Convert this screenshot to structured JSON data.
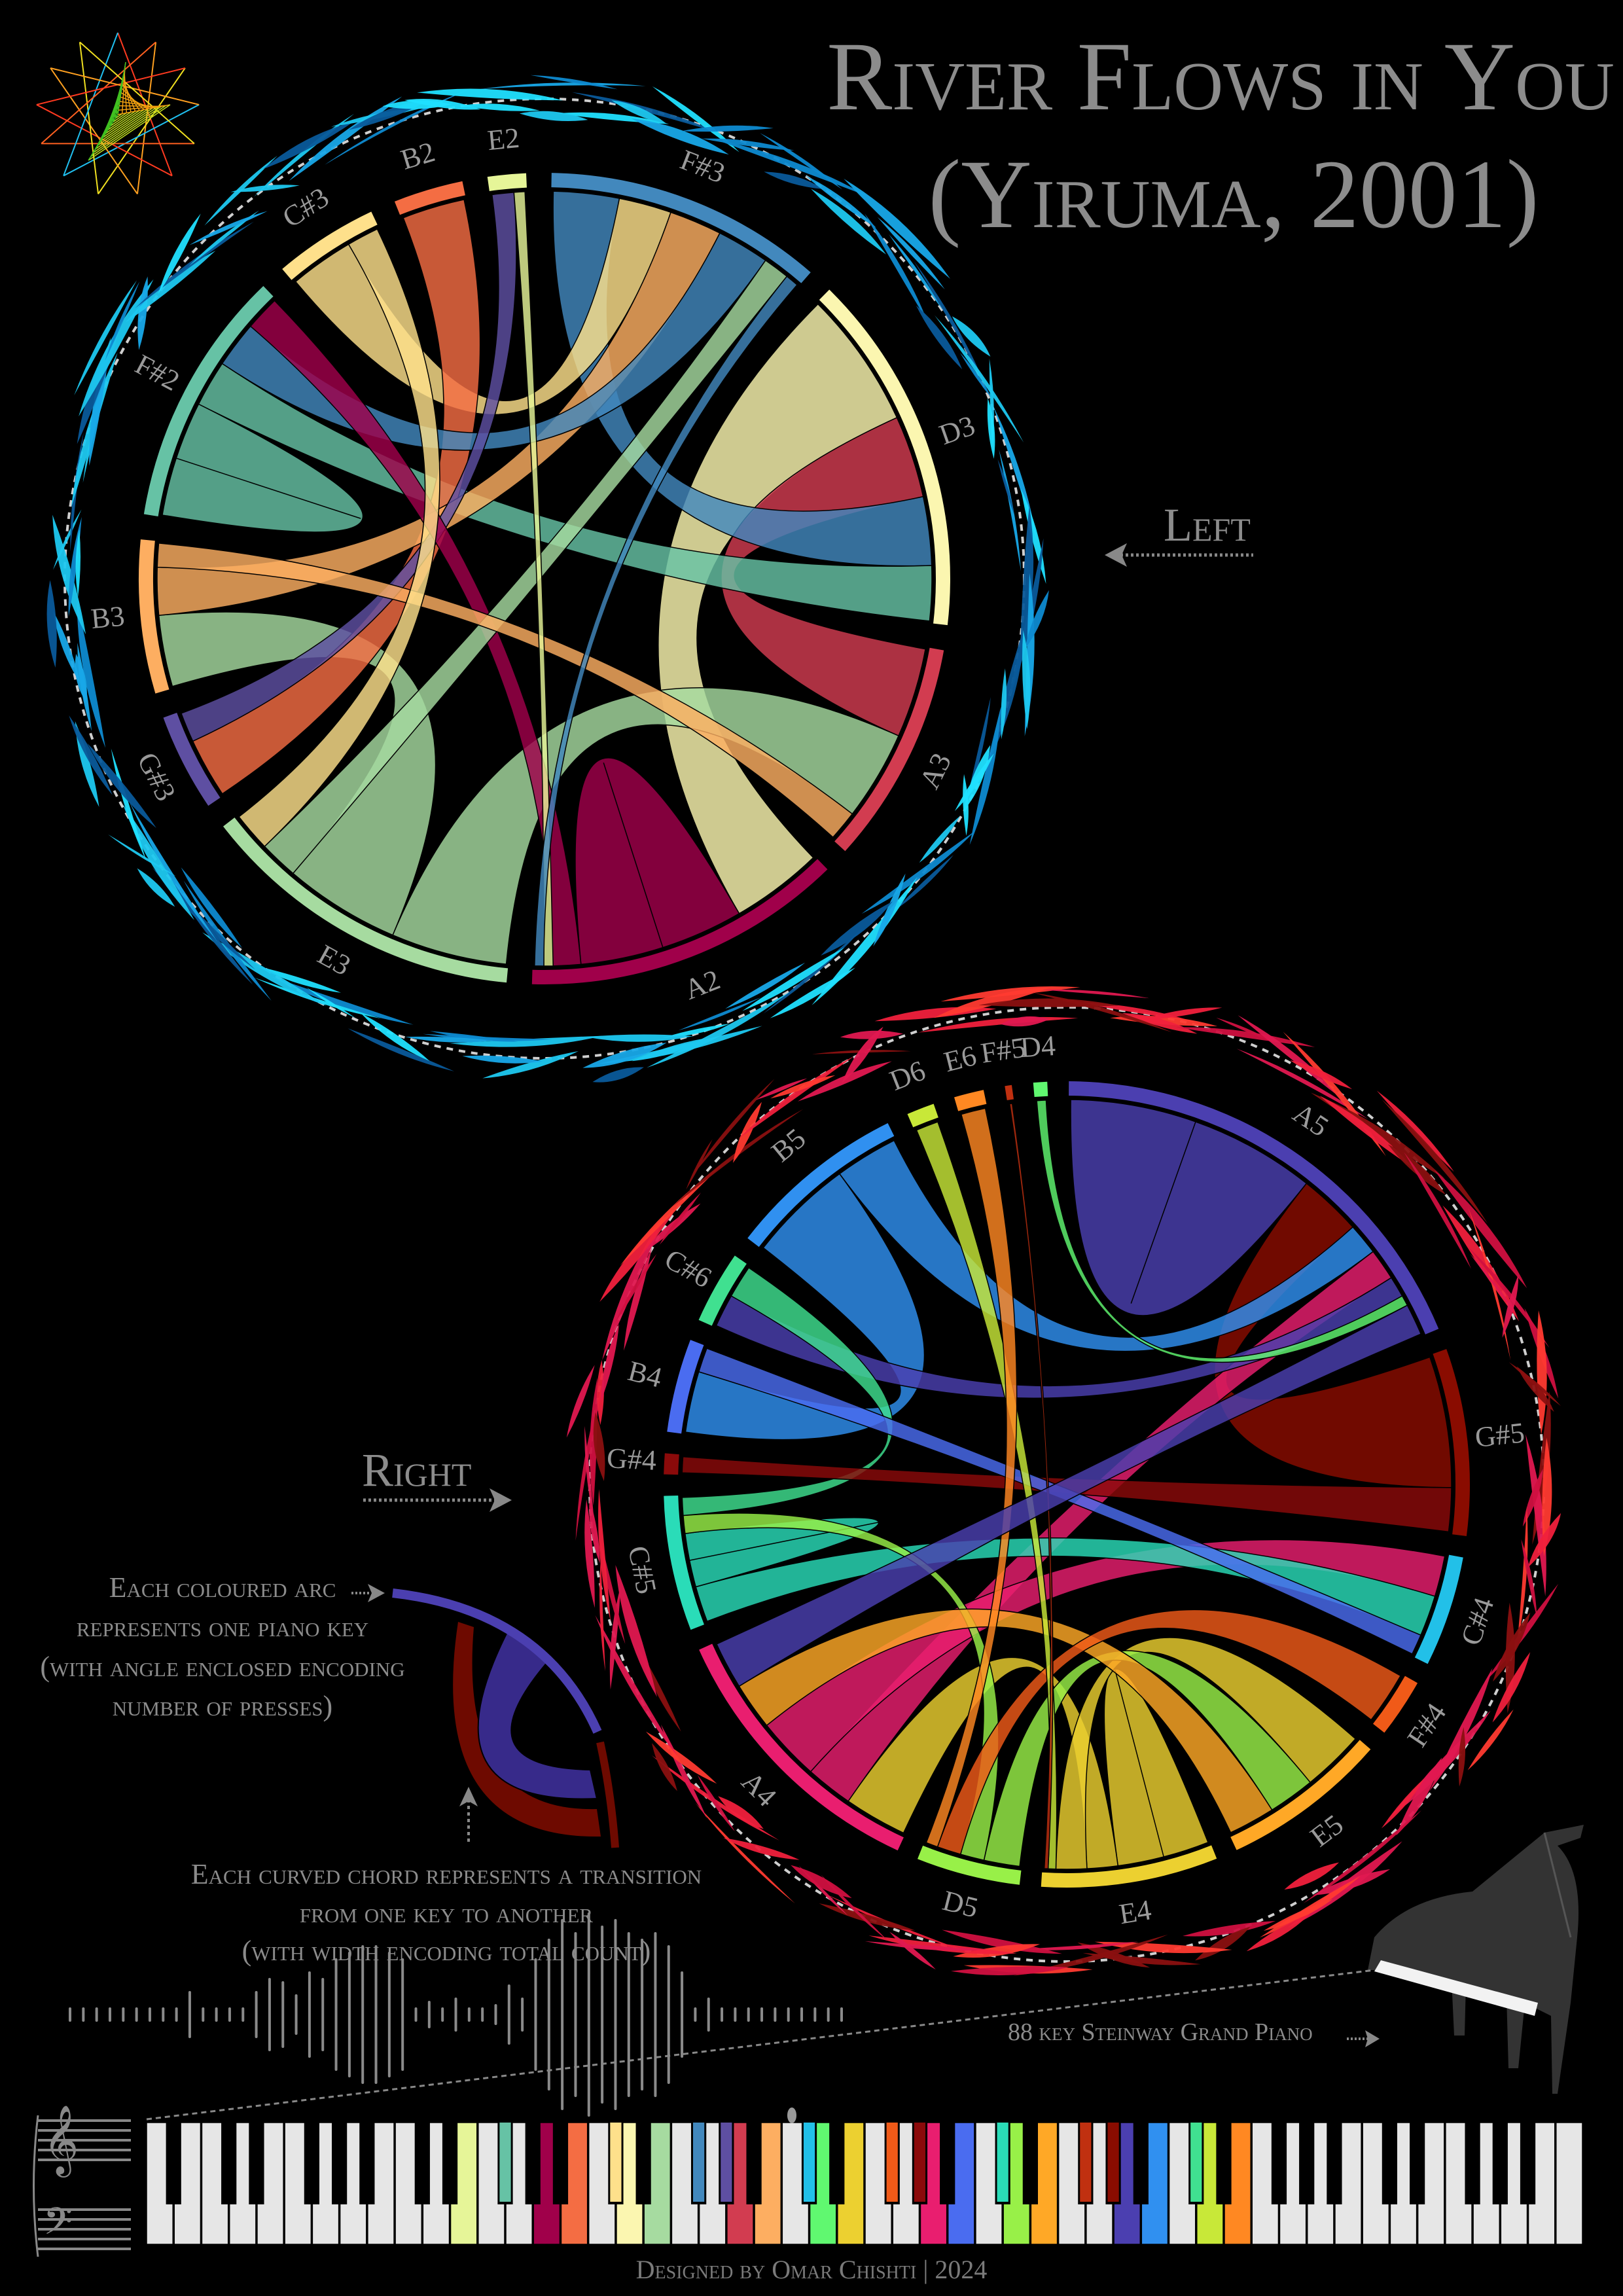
{
  "title": {
    "line1": "River Flows in You",
    "line2": "(Yiruma, 2001)"
  },
  "hand_labels": {
    "left": "Left",
    "right": "Right"
  },
  "legend": {
    "arc_lines": [
      "Each coloured arc",
      "represents one piano key",
      "(with angle enclosed encoding",
      "number of presses)"
    ],
    "chord_lines": [
      "Each curved chord represents a transition",
      "from one key to another",
      "(with width encoding total count)"
    ],
    "piano_label": "88 key Steinway Grand Piano"
  },
  "footer": "Designed by Omar Chishti | 2024",
  "colors": {
    "background": "#000000",
    "text": "#8a8a8a",
    "left_ring": "#1ec8f0",
    "right_ring": "#f0203c"
  },
  "left_diagram": {
    "keys": [
      {
        "name": "F#3",
        "color": "#4288bd",
        "weight": 40
      },
      {
        "name": "D3",
        "color": "#fbf6b0",
        "weight": 52
      },
      {
        "name": "A3",
        "color": "#d23c50",
        "weight": 32
      },
      {
        "name": "A2",
        "color": "#a0004a",
        "weight": 46
      },
      {
        "name": "E3",
        "color": "#a6dba0",
        "weight": 47
      },
      {
        "name": "G#3",
        "color": "#5e4fa2",
        "weight": 14
      },
      {
        "name": "B3",
        "color": "#fdae61",
        "weight": 22
      },
      {
        "name": "F#2",
        "color": "#66c2a5",
        "weight": 37
      },
      {
        "name": "C#3",
        "color": "#fee08b",
        "weight": 15
      },
      {
        "name": "B2",
        "color": "#f46d43",
        "weight": 10
      },
      {
        "name": "E2",
        "color": "#e6f598",
        "weight": 5.5
      }
    ],
    "chords": [
      [
        "D3",
        "A2",
        10
      ],
      [
        "A3",
        "D3",
        6
      ],
      [
        "F#3",
        "D3",
        5
      ],
      [
        "A2",
        "A2",
        9
      ],
      [
        "E3",
        "A3",
        6
      ],
      [
        "E3",
        "B3",
        6
      ],
      [
        "F#2",
        "F#2",
        5
      ],
      [
        "F#2",
        "D3",
        4
      ],
      [
        "C#3",
        "F#3",
        4
      ],
      [
        "B2",
        "G#3",
        4
      ],
      [
        "B3",
        "F#3",
        4
      ],
      [
        "F#3",
        "F#2",
        4
      ],
      [
        "G#3",
        "E2",
        2
      ],
      [
        "A2",
        "F#2",
        3
      ],
      [
        "E3",
        "F#3",
        2
      ],
      [
        "B3",
        "A3",
        2
      ],
      [
        "E2",
        "A2",
        1
      ],
      [
        "C#3",
        "E3",
        2
      ],
      [
        "F#3",
        "A2",
        1
      ]
    ]
  },
  "right_diagram": {
    "keys": [
      {
        "name": "A5",
        "color": "#4b3fb0",
        "weight": 67
      },
      {
        "name": "G#5",
        "color": "#8a0c00",
        "weight": 27
      },
      {
        "name": "C#4",
        "color": "#22c0e8",
        "weight": 16
      },
      {
        "name": "F#4",
        "color": "#f05a18",
        "weight": 8.5
      },
      {
        "name": "E5",
        "color": "#ffa826",
        "weight": 24
      },
      {
        "name": "E4",
        "color": "#ecd030",
        "weight": 25.5
      },
      {
        "name": "D5",
        "color": "#98f048",
        "weight": 15
      },
      {
        "name": "A4",
        "color": "#e91e6f",
        "weight": 41
      },
      {
        "name": "C#5",
        "color": "#2adcb8",
        "weight": 19.5
      },
      {
        "name": "G#4",
        "color": "#8b0a0a",
        "weight": 3
      },
      {
        "name": "B4",
        "color": "#4a6cf0",
        "weight": 13.5
      },
      {
        "name": "C#6",
        "color": "#40e090",
        "weight": 10.5
      },
      {
        "name": "B5",
        "color": "#3090f0",
        "weight": 26
      },
      {
        "name": "D6",
        "color": "#c8e838",
        "weight": 4
      },
      {
        "name": "E6",
        "color": "#ff8822",
        "weight": 4.3
      },
      {
        "name": "F#5",
        "color": "#c03010",
        "weight": 1
      },
      {
        "name": "D4",
        "color": "#60f870",
        "weight": 2
      }
    ],
    "chords": [
      [
        "A5",
        "A5",
        12
      ],
      [
        "G#5",
        "A5",
        6
      ],
      [
        "B5",
        "B4",
        5
      ],
      [
        "B5",
        "A5",
        3
      ],
      [
        "E4",
        "E4",
        6
      ],
      [
        "E4",
        "A4",
        4
      ],
      [
        "E4",
        "E5",
        4
      ],
      [
        "A4",
        "A5",
        3
      ],
      [
        "A4",
        "C#4",
        4
      ],
      [
        "C#5",
        "C#4",
        4
      ],
      [
        "C#5",
        "C#5",
        3
      ],
      [
        "D5",
        "E5",
        3
      ],
      [
        "D5",
        "C#5",
        2
      ],
      [
        "E5",
        "A4",
        3
      ],
      [
        "A5",
        "C#6",
        2
      ],
      [
        "C#6",
        "C#5",
        2
      ],
      [
        "G#4",
        "G#5",
        2
      ],
      [
        "B4",
        "C#4",
        2
      ],
      [
        "F#4",
        "D5",
        2
      ],
      [
        "D6",
        "E4",
        1
      ],
      [
        "E6",
        "D5",
        1
      ],
      [
        "D4",
        "A5",
        1
      ],
      [
        "F#5",
        "E4",
        0.5
      ],
      [
        "A5",
        "A4",
        3
      ]
    ]
  },
  "legend_sample": {
    "arc_color": "#4b3fb0",
    "second_arc_color": "#6e0a00"
  }
}
